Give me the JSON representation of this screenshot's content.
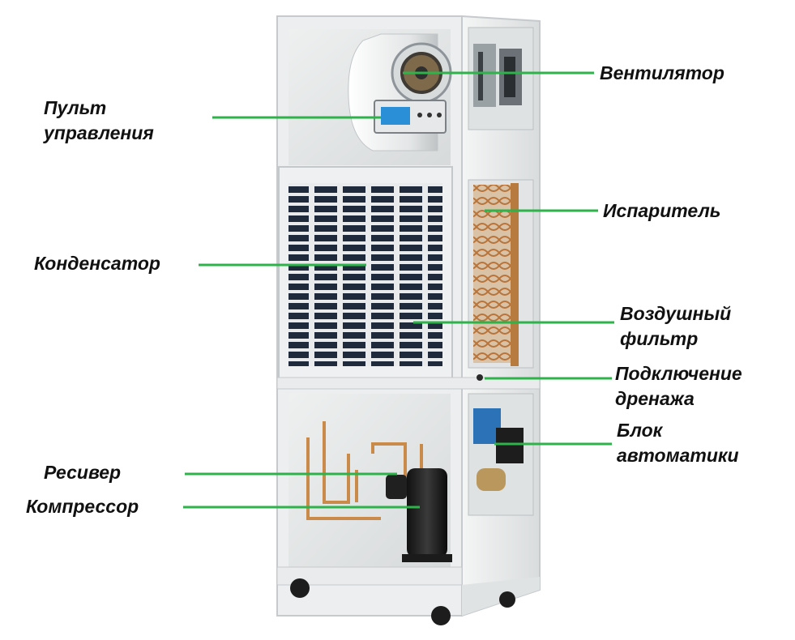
{
  "labels": {
    "fan": "Вентилятор",
    "control_panel": [
      "Пульт",
      "управления"
    ],
    "evaporator": "Испаритель",
    "condenser": "Конденсатор",
    "air_filter": [
      "Воздушный",
      "фильтр"
    ],
    "drain": [
      "Подключение",
      "дренажа"
    ],
    "automation_block": [
      "Блок",
      "автоматики"
    ],
    "receiver": "Ресивер",
    "compressor": "Компрессор"
  },
  "colors": {
    "leader_line": "#2db34a",
    "frame": "#e9ebec",
    "copper": "#c98a4a",
    "dark": "#1c1c1c"
  }
}
